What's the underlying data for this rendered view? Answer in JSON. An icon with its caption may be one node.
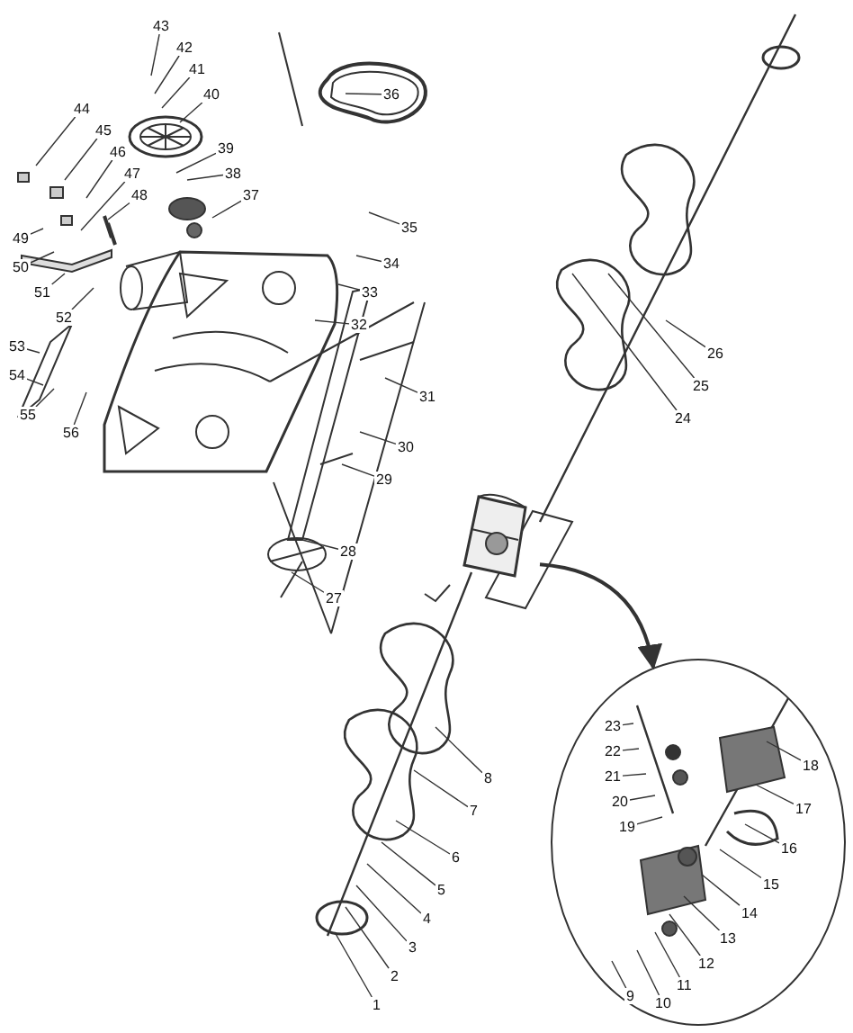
{
  "diagram": {
    "nodes": [
      {
        "text": [],
        "shape": "picture"
      },
      {
        "text": [
          "43"
        ]
      },
      {
        "text": [
          "42"
        ]
      },
      {
        "text": [
          "41"
        ]
      },
      {
        "text": [
          "36"
        ]
      },
      {
        "text": [
          "40"
        ]
      },
      {
        "text": [
          "44"
        ]
      },
      {
        "text": [
          "45"
        ]
      },
      {
        "text": [
          "46"
        ]
      },
      {
        "text": [
          "39"
        ]
      },
      {
        "text": [
          "47"
        ]
      },
      {
        "text": [
          "38"
        ]
      },
      {
        "text": [
          "48"
        ]
      },
      {
        "text": [
          "37"
        ]
      },
      {
        "text": [
          "35"
        ]
      },
      {
        "text": [
          "49"
        ]
      },
      {
        "text": [
          "34"
        ]
      },
      {
        "text": [
          "50"
        ]
      },
      {
        "text": [
          "33"
        ]
      },
      {
        "text": [
          "51"
        ]
      },
      {
        "text": [
          "32"
        ]
      },
      {
        "text": [
          "52"
        ]
      },
      {
        "text": [
          "53"
        ]
      },
      {
        "text": [
          "54"
        ]
      },
      {
        "text": [
          "55"
        ]
      },
      {
        "text": [
          "56"
        ]
      },
      {
        "text": [
          "31"
        ]
      },
      {
        "text": [
          "30"
        ]
      },
      {
        "text": [
          "29"
        ]
      },
      {
        "text": [
          "28"
        ]
      },
      {
        "text": [
          "27"
        ]
      },
      {
        "text": [
          "26"
        ]
      },
      {
        "text": [
          "25"
        ]
      },
      {
        "text": [
          "24"
        ]
      },
      {
        "text": [
          "8"
        ]
      },
      {
        "text": [
          "7"
        ]
      },
      {
        "text": [
          "6"
        ]
      },
      {
        "text": [
          "5"
        ]
      },
      {
        "text": [
          "4"
        ]
      },
      {
        "text": [
          "3"
        ]
      },
      {
        "text": [
          "2"
        ]
      },
      {
        "text": [
          "1"
        ]
      },
      {
        "text": [],
        "shape": "circle"
      },
      {
        "text": [
          "23"
        ],
        "in": 42
      },
      {
        "text": [
          "22"
        ],
        "in": 42
      },
      {
        "text": [
          "21"
        ],
        "in": 42
      },
      {
        "text": [
          "20"
        ],
        "in": 42
      },
      {
        "text": [
          "19"
        ],
        "in": 42
      },
      {
        "text": [
          "18"
        ],
        "in": 42
      },
      {
        "text": [
          "17"
        ],
        "in": 42
      },
      {
        "text": [
          "16"
        ],
        "in": 42
      },
      {
        "text": [
          "15"
        ],
        "in": 42
      },
      {
        "text": [
          "14"
        ],
        "in": 42
      },
      {
        "text": [
          "13"
        ],
        "in": 42
      },
      {
        "text": [
          "12"
        ],
        "in": 42
      },
      {
        "text": [
          "11"
        ],
        "in": 42
      },
      {
        "text": [
          "10"
        ],
        "in": 42
      },
      {
        "text": [
          "9"
        ],
        "in": 42
      }
    ],
    "edges": [
      {
        "from": 0,
        "to": 42,
        "arrow": "to"
      },
      {
        "from": 1,
        "to": null,
        "arrow": "none"
      },
      {
        "from": 2,
        "to": null,
        "arrow": "none"
      },
      {
        "from": 3,
        "to": null,
        "arrow": "none"
      },
      {
        "from": 4,
        "to": null,
        "arrow": "none"
      },
      {
        "from": 5,
        "to": null,
        "arrow": "none"
      },
      {
        "from": 6,
        "to": null,
        "arrow": "none"
      },
      {
        "from": 7,
        "to": null,
        "arrow": "none"
      },
      {
        "from": 8,
        "to": null,
        "arrow": "none"
      },
      {
        "from": 9,
        "to": null,
        "arrow": "none"
      },
      {
        "from": 10,
        "to": null,
        "arrow": "none"
      },
      {
        "from": 11,
        "to": null,
        "arrow": "none"
      },
      {
        "from": 12,
        "to": null,
        "arrow": "none"
      },
      {
        "from": 13,
        "to": null,
        "arrow": "none"
      },
      {
        "from": 14,
        "to": null,
        "arrow": "none"
      },
      {
        "from": 15,
        "to": null,
        "arrow": "none"
      },
      {
        "from": 16,
        "to": null,
        "arrow": "none"
      },
      {
        "from": 17,
        "to": null,
        "arrow": "none"
      },
      {
        "from": 18,
        "to": null,
        "arrow": "none"
      },
      {
        "from": 19,
        "to": null,
        "arrow": "none"
      },
      {
        "from": 20,
        "to": null,
        "arrow": "none"
      },
      {
        "from": 21,
        "to": null,
        "arrow": "none"
      },
      {
        "from": 22,
        "to": null,
        "arrow": "none"
      },
      {
        "from": 23,
        "to": null,
        "arrow": "none"
      },
      {
        "from": 24,
        "to": null,
        "arrow": "none"
      },
      {
        "from": 25,
        "to": null,
        "arrow": "none"
      },
      {
        "from": 26,
        "to": null,
        "arrow": "none"
      },
      {
        "from": 27,
        "to": null,
        "arrow": "none"
      },
      {
        "from": 28,
        "to": null,
        "arrow": "none"
      },
      {
        "from": 29,
        "to": null,
        "arrow": "none"
      },
      {
        "from": 30,
        "to": null,
        "arrow": "none"
      },
      {
        "from": 31,
        "to": null,
        "arrow": "none"
      },
      {
        "from": 32,
        "to": null,
        "arrow": "none"
      },
      {
        "from": 33,
        "to": null,
        "arrow": "none"
      },
      {
        "from": 34,
        "to": null,
        "arrow": "none"
      },
      {
        "from": 35,
        "to": null,
        "arrow": "none"
      },
      {
        "from": 36,
        "to": null,
        "arrow": "none"
      },
      {
        "from": 37,
        "to": null,
        "arrow": "none"
      },
      {
        "from": 38,
        "to": null,
        "arrow": "none"
      },
      {
        "from": 39,
        "to": null,
        "arrow": "none"
      },
      {
        "from": 40,
        "to": null,
        "arrow": "none"
      },
      {
        "from": 41,
        "to": null,
        "arrow": "none"
      },
      {
        "from": 43,
        "to": null,
        "arrow": "none"
      },
      {
        "from": 44,
        "to": null,
        "arrow": "none"
      },
      {
        "from": 45,
        "to": null,
        "arrow": "none"
      },
      {
        "from": 46,
        "to": null,
        "arrow": "none"
      },
      {
        "from": 47,
        "to": null,
        "arrow": "none"
      },
      {
        "from": 48,
        "to": null,
        "arrow": "none"
      },
      {
        "from": 49,
        "to": null,
        "arrow": "none"
      },
      {
        "from": 50,
        "to": null,
        "arrow": "none"
      },
      {
        "from": 51,
        "to": null,
        "arrow": "none"
      },
      {
        "from": 52,
        "to": null,
        "arrow": "none"
      },
      {
        "from": 53,
        "to": null,
        "arrow": "none"
      },
      {
        "from": 54,
        "to": null,
        "arrow": "none"
      },
      {
        "from": 55,
        "to": null,
        "arrow": "none"
      },
      {
        "from": 56,
        "to": null,
        "arrow": "none"
      },
      {
        "from": 57,
        "to": null,
        "arrow": "none"
      }
    ]
  }
}
